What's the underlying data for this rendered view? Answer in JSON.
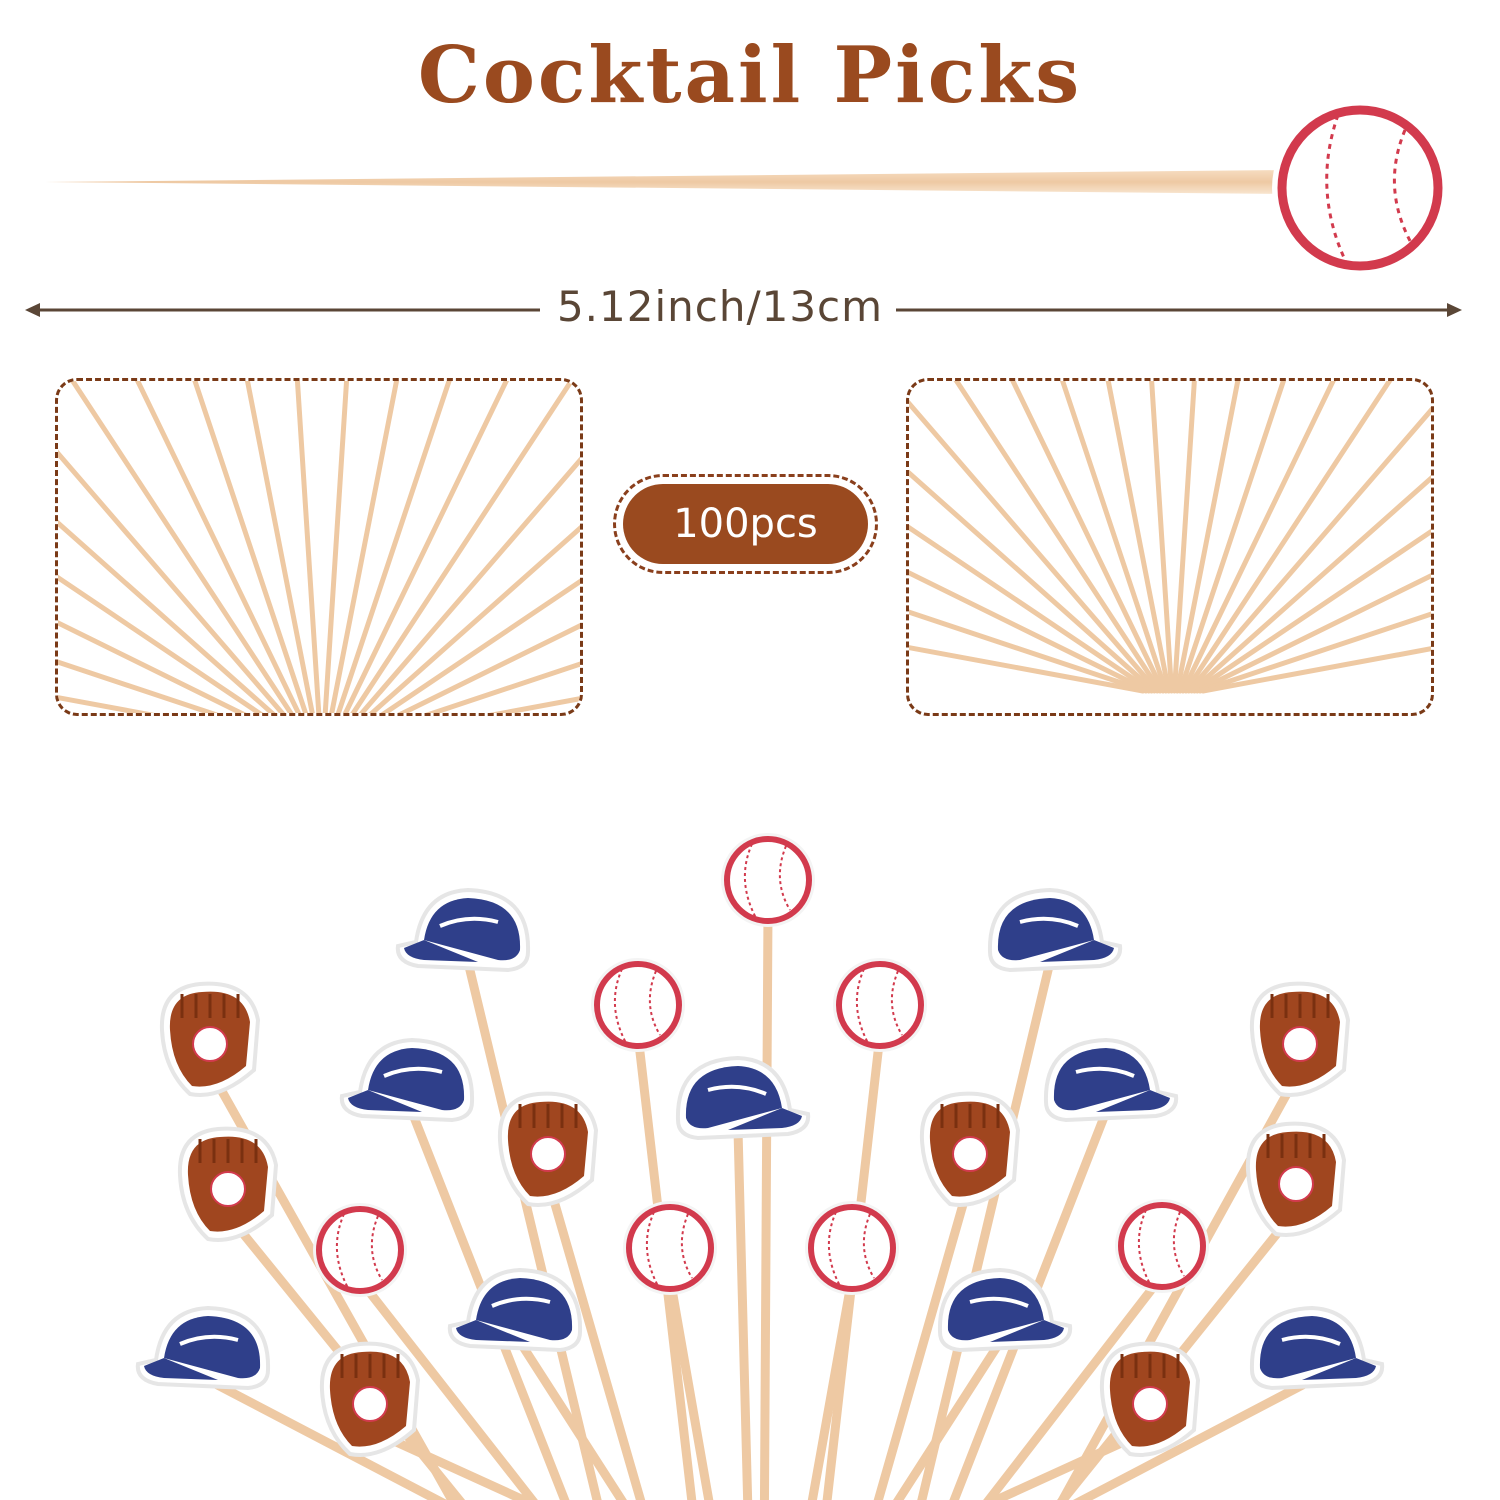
{
  "title": "Cocktail Picks",
  "dimension_label": "5.12inch/13cm",
  "count_label": "100pcs",
  "colors": {
    "title_brown": "#9a4a1f",
    "badge_brown": "#9a4a1f",
    "dashed_border": "#7a3a17",
    "bamboo": "#eec9a3",
    "baseball_red": "#d23a4d",
    "cap_navy": "#2f3f8a",
    "glove_brown": "#a0461f"
  },
  "icons": [
    "baseball-icon",
    "baseball-cap-icon",
    "baseball-glove-icon"
  ]
}
